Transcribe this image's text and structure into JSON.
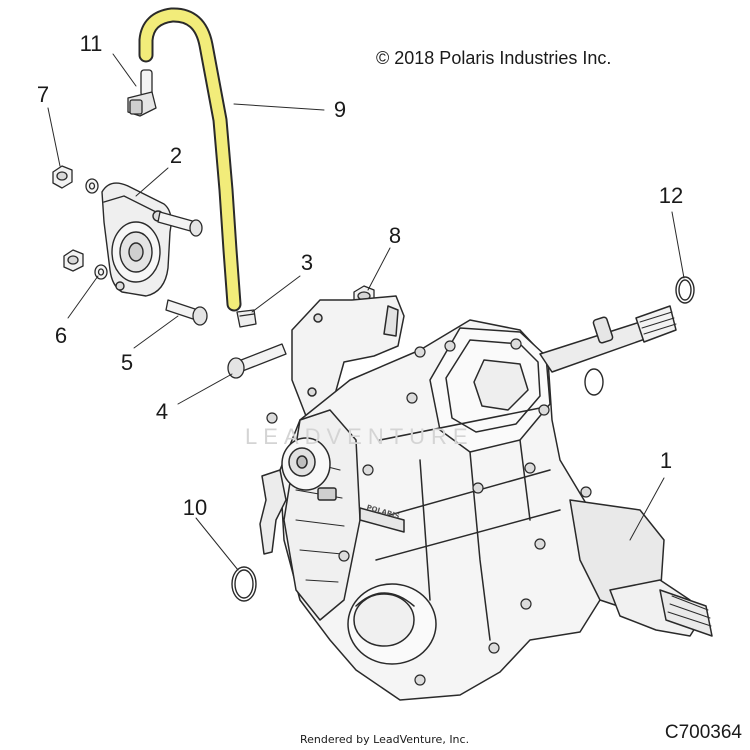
{
  "diagram": {
    "copyright": "© 2018 Polaris Industries Inc.",
    "rendered_by": "Rendered by LeadVenture, Inc.",
    "drawing_id": "C700364",
    "watermark_text": "LEADVENTURE",
    "gearcase_brand": "POLARIS",
    "hose_color": "#f2ec7a",
    "callouts": [
      {
        "id": "1",
        "label": "1"
      },
      {
        "id": "2",
        "label": "2"
      },
      {
        "id": "3",
        "label": "3"
      },
      {
        "id": "4",
        "label": "4"
      },
      {
        "id": "5",
        "label": "5"
      },
      {
        "id": "6",
        "label": "6"
      },
      {
        "id": "7",
        "label": "7"
      },
      {
        "id": "8",
        "label": "8"
      },
      {
        "id": "9",
        "label": "9"
      },
      {
        "id": "10",
        "label": "10"
      },
      {
        "id": "11",
        "label": "11"
      },
      {
        "id": "12",
        "label": "12"
      }
    ]
  }
}
